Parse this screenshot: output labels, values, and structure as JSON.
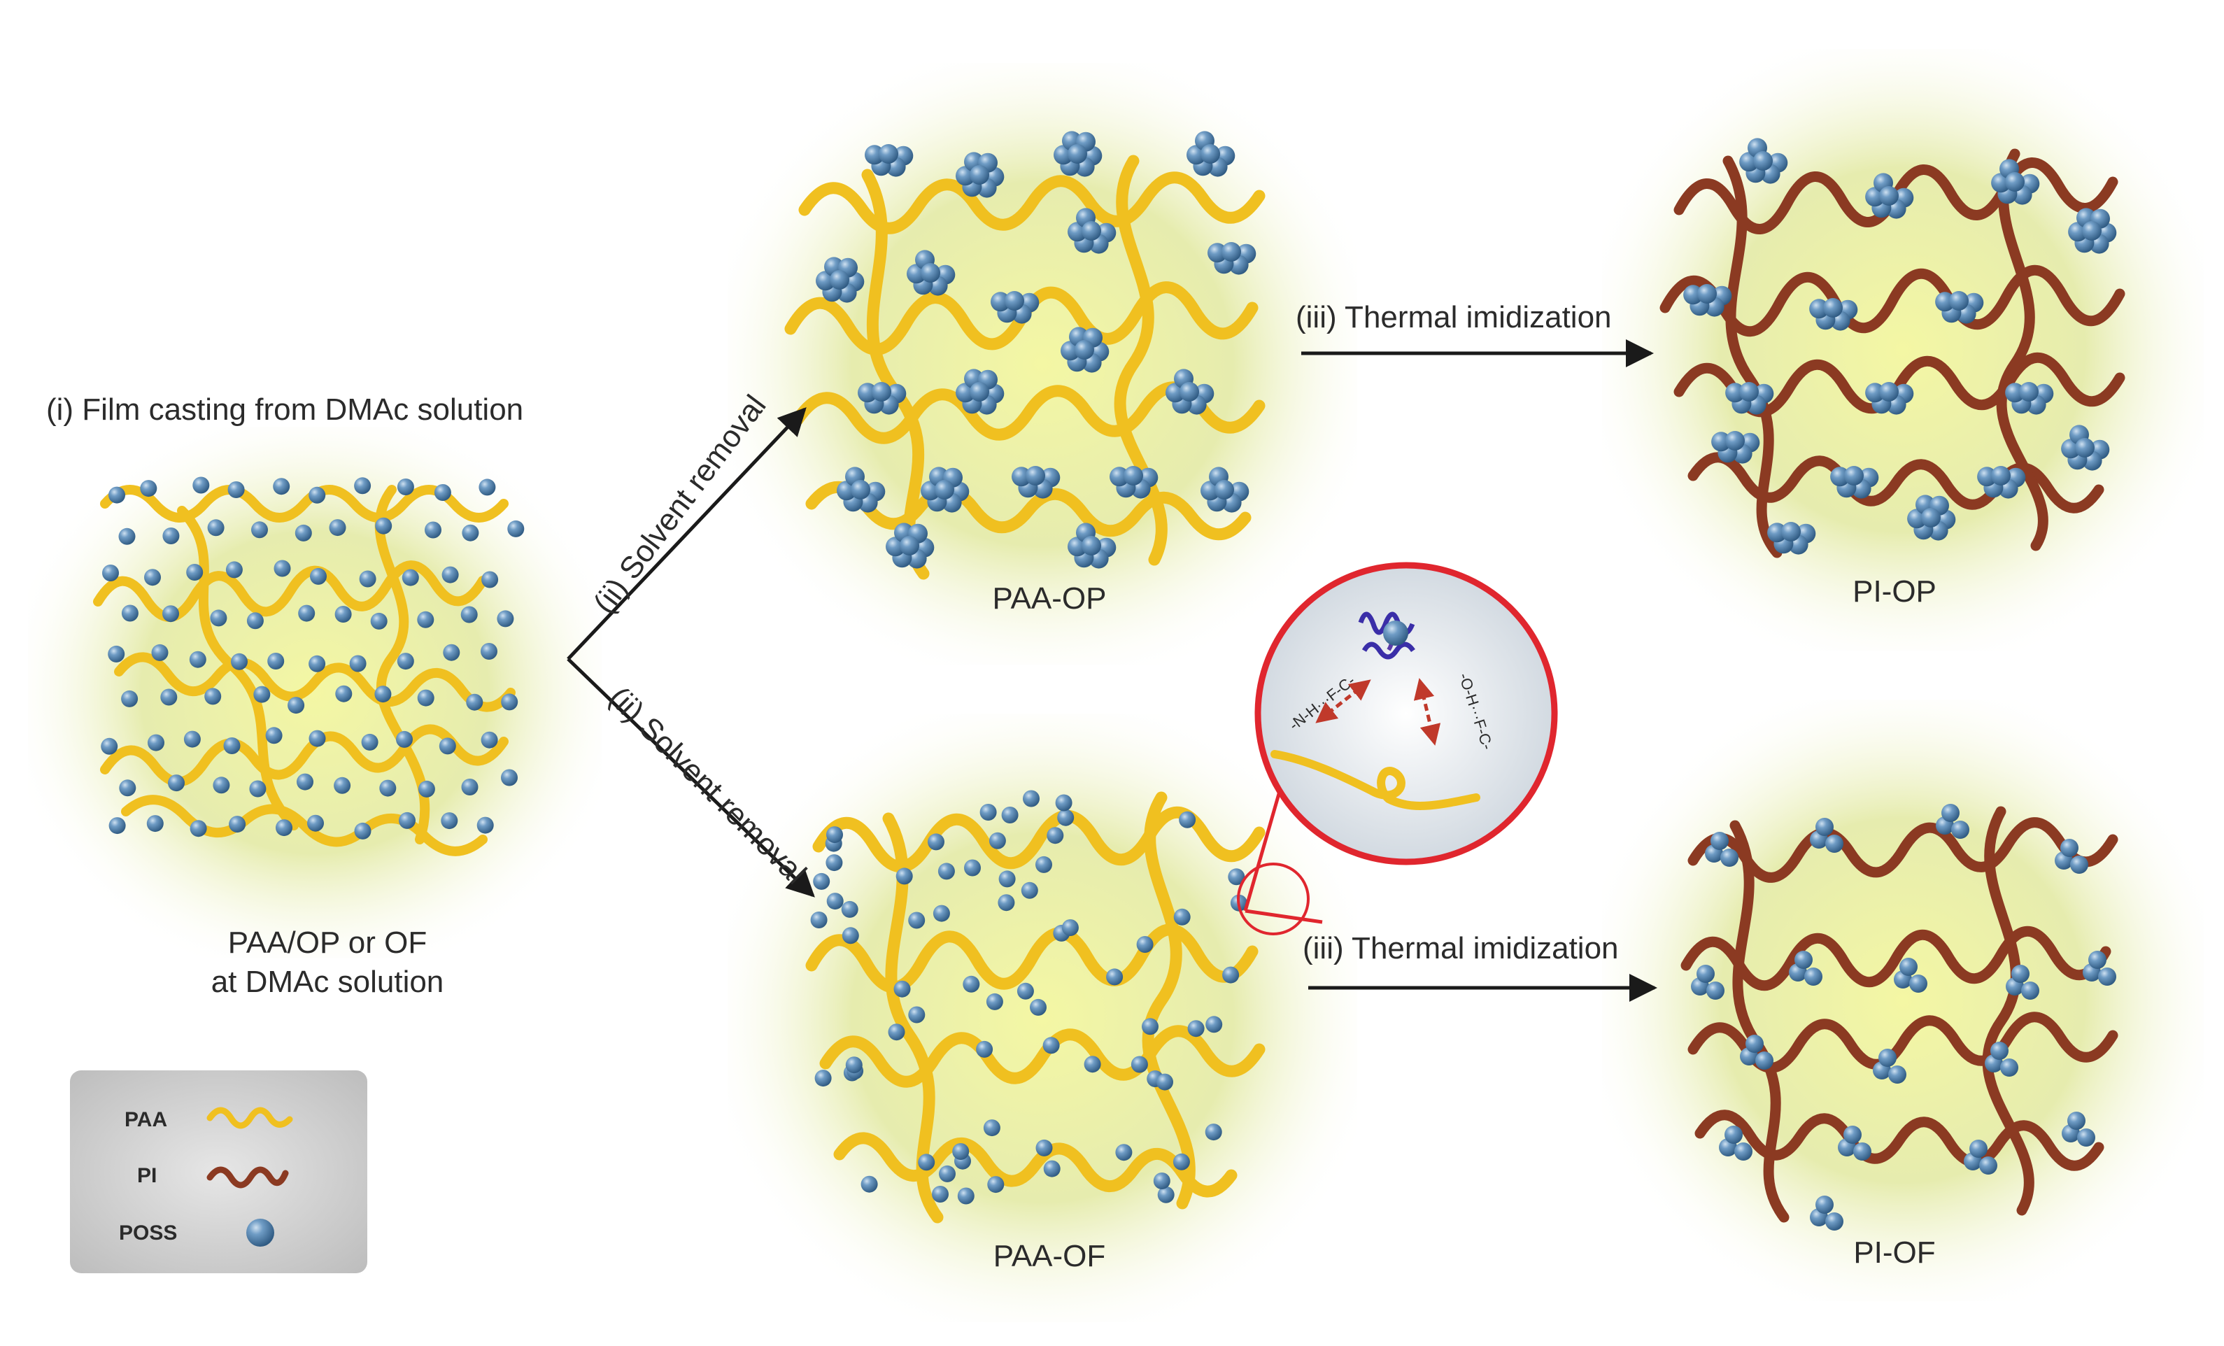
{
  "steps": {
    "film_casting": "(i) Film casting from DMAc solution",
    "solvent_removal_top": "(ii) Solvent removal",
    "solvent_removal_bottom": "(ii) Solvent removal",
    "thermal_top": "(iii) Thermal imidization",
    "thermal_bottom": "(iii) Thermal imidization"
  },
  "panels": {
    "start_line1": "PAA/OP or OF",
    "start_line2": "at DMAc solution",
    "paa_op": "PAA-OP",
    "paa_of": "PAA-OF",
    "pi_op": "PI-OP",
    "pi_of": "PI-OF"
  },
  "zoom": {
    "bond_left": "-N-H···F-C-",
    "bond_right": "-O-H···F-C-"
  },
  "legend": {
    "items": [
      {
        "label": "PAA",
        "icon": "yellow-chain-icon"
      },
      {
        "label": "PI",
        "icon": "brown-chain-icon"
      },
      {
        "label": "POSS",
        "icon": "blue-sphere-icon"
      }
    ]
  },
  "colors": {
    "paa_chain": "#f0c020",
    "pi_chain": "#8b3a22",
    "poss_sphere": "#4f7ea8",
    "zoom_circle": "#e0262e",
    "zoom_arrows": "#c0392b",
    "glow": "#eef29a"
  }
}
